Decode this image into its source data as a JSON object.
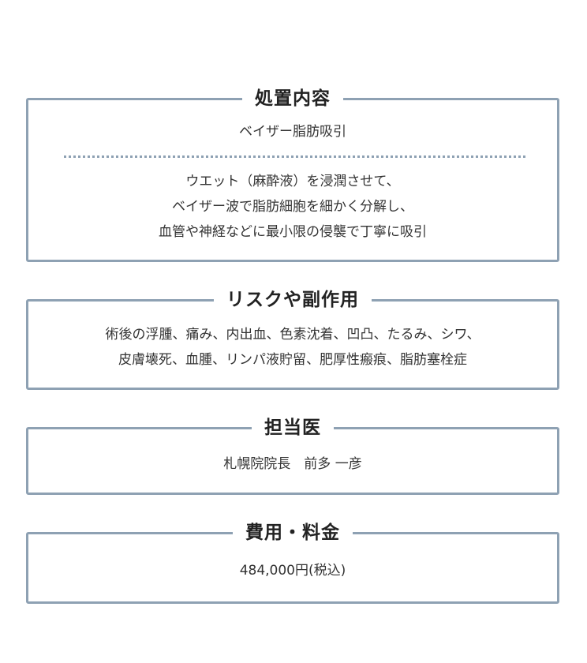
{
  "sections": {
    "treatment": {
      "title": "処置内容",
      "name": "ベイザー脂肪吸引",
      "description": [
        "ウエット（麻酔液）を浸潤させて、",
        "ベイザー波で脂肪細胞を細かく分解し、",
        "血管や神経などに最小限の侵襲で丁寧に吸引"
      ]
    },
    "risks": {
      "title": "リスクや副作用",
      "lines": [
        "術後の浮腫、痛み、内出血、色素沈着、凹凸、たるみ、シワ、",
        "皮膚壊死、血腫、リンパ液貯留、肥厚性瘢痕、脂肪塞栓症"
      ]
    },
    "doctor": {
      "title": "担当医",
      "name": "札幌院院長　前多 一彦"
    },
    "price": {
      "title": "費用・料金",
      "amount": "484,000円(税込)"
    }
  },
  "colors": {
    "border": "#8ea1b3",
    "text": "#333333",
    "title": "#222222"
  }
}
